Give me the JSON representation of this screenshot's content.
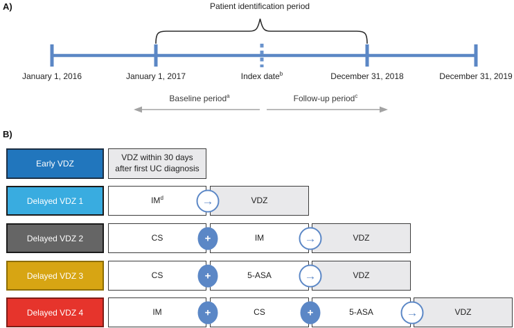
{
  "panelA": {
    "label": "A)",
    "title": "Patient identification period",
    "dates": [
      {
        "text": "January 1, 2016",
        "sup": ""
      },
      {
        "text": "January 1, 2017",
        "sup": ""
      },
      {
        "text": "Index date",
        "sup": "b"
      },
      {
        "text": "December 31, 2018",
        "sup": ""
      },
      {
        "text": "December 31, 2019",
        "sup": ""
      }
    ],
    "periods": [
      {
        "text": "Baseline period",
        "sup": "a"
      },
      {
        "text": "Follow-up period",
        "sup": "c"
      }
    ],
    "colors": {
      "timeline_blue": "#5b87c5",
      "arrow_gray": "#a3a3a3",
      "brace_black": "#2b2b2b"
    }
  },
  "panelB": {
    "label": "B)",
    "operators": {
      "plus": "+",
      "arrow": "→"
    },
    "rows": [
      {
        "label": "Early VDZ",
        "fill": "#2176bd",
        "border": "#1c2f44",
        "note": "VDZ within 30 days after first UC diagnosis"
      },
      {
        "label": "Delayed VDZ 1",
        "fill": "#39ace0",
        "border": "#1a1a1a",
        "step1": "IM",
        "step1_sup": "d",
        "vdz": "VDZ"
      },
      {
        "label": "Delayed VDZ 2",
        "fill": "#656565",
        "border": "#1a1a1a",
        "step1": "CS",
        "step2": "IM",
        "vdz": "VDZ"
      },
      {
        "label": "Delayed VDZ 3",
        "fill": "#d7a513",
        "border": "#8c6d00",
        "step1": "CS",
        "step2": "5-ASA",
        "vdz": "VDZ"
      },
      {
        "label": "Delayed VDZ 4",
        "fill": "#e6342c",
        "border": "#7f1c16",
        "step1": "IM",
        "step2": "CS",
        "step3": "5-ASA",
        "vdz": "VDZ"
      }
    ]
  }
}
